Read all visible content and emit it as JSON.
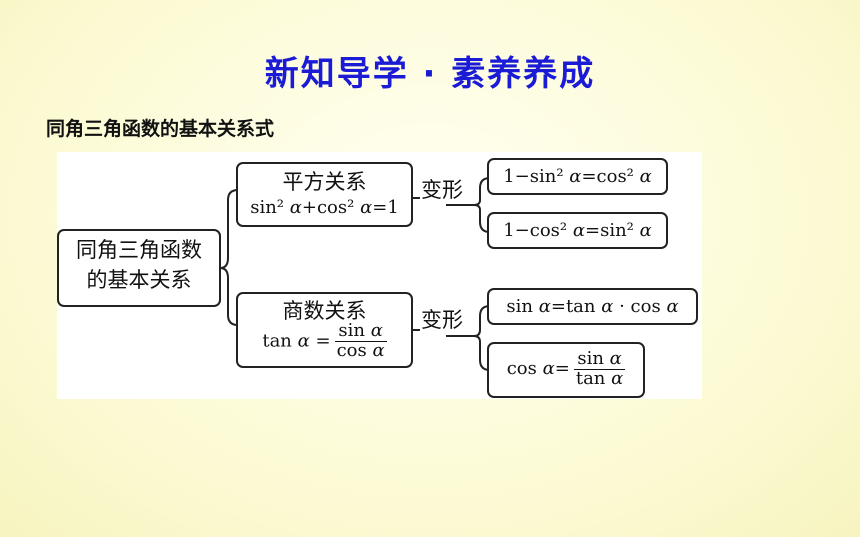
{
  "title": "新知导学 · 素养养成",
  "subtitle": "同角三角函数的基本关系式",
  "root": {
    "line1": "同角三角函数",
    "line2": "的基本关系"
  },
  "square": {
    "label": "平方关系",
    "p1": "sin² ",
    "alpha": "α",
    "p2": "+cos² ",
    "p3": "=1"
  },
  "quotient": {
    "label": "商数关系",
    "lhs": "tan ",
    "alpha": "α",
    "eq": " =",
    "num": "sin ",
    "den": "cos "
  },
  "transform_label_1": "变形",
  "transform_label_2": "变形",
  "d1": {
    "p1": "1−sin² ",
    "alpha": "α",
    "p2": "=cos² "
  },
  "d2": {
    "p1": "1−cos² ",
    "alpha": "α",
    "p2": "=sin² "
  },
  "d3": {
    "p1": "sin ",
    "alpha": "α",
    "p2": "=tan ",
    "p3": " · cos "
  },
  "d4": {
    "p1": "cos ",
    "alpha": "α",
    "eq": "=",
    "num": "sin ",
    "den": "tan "
  }
}
